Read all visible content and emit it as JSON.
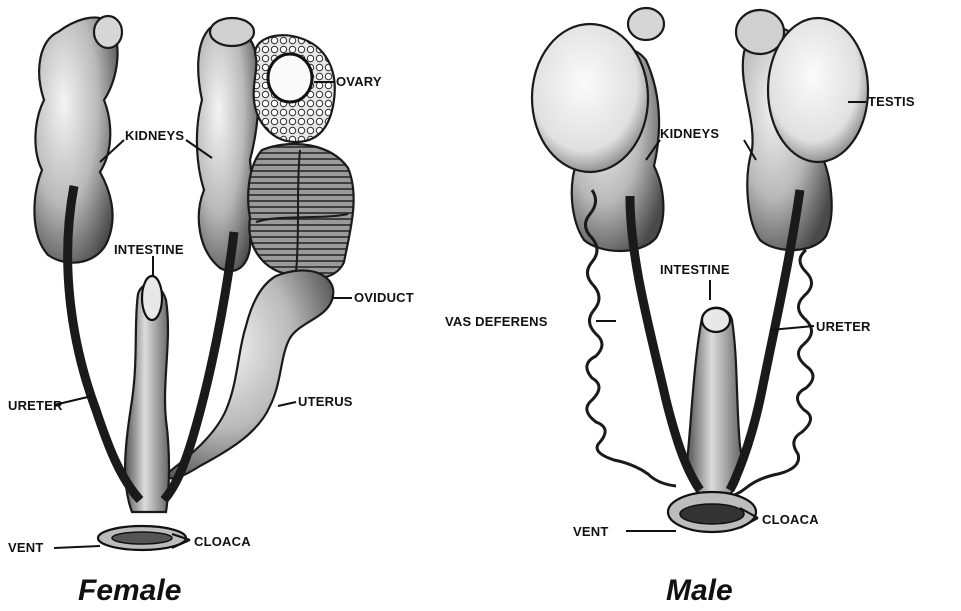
{
  "female": {
    "title": "Female",
    "labels": {
      "kidneys": "KIDNEYS",
      "ovary": "OVARY",
      "intestine": "INTESTINE",
      "oviduct": "OVIDUCT",
      "ureter": "URETER",
      "uterus": "UTERUS",
      "vent": "VENT",
      "cloaca": "CLOACA"
    }
  },
  "male": {
    "title": "Male",
    "labels": {
      "testis": "TESTIS",
      "kidneys": "KIDNEYS",
      "intestine": "INTESTINE",
      "vas_deferens": "VAS DEFERENS",
      "ureter": "URETER",
      "vent": "VENT",
      "cloaca": "CLOACA"
    }
  }
}
